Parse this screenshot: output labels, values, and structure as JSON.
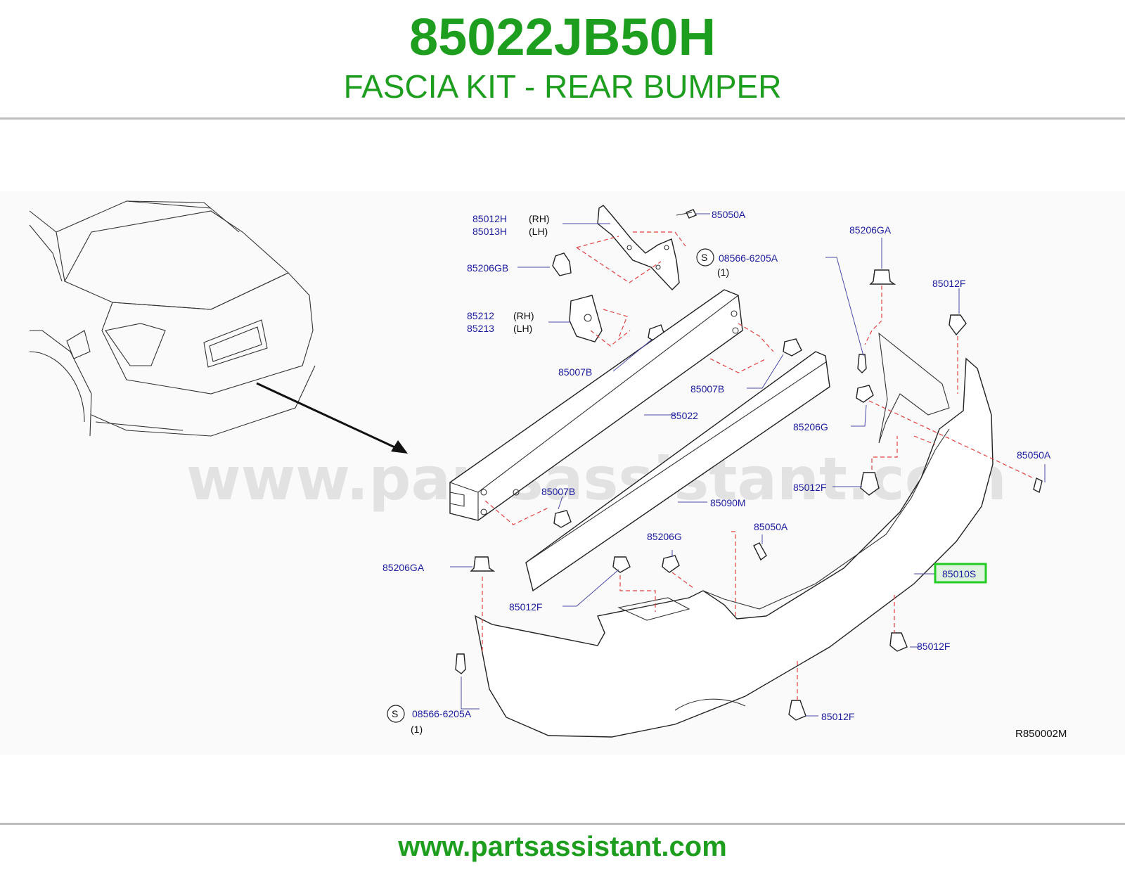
{
  "header": {
    "part_number": "85022JB50H",
    "title": "FASCIA KIT - REAR BUMPER"
  },
  "watermark": "www.partsassistant.com",
  "footer": {
    "url": "www.partsassistant.com"
  },
  "diagram_code": "R850002M",
  "highlighted_part": "85010S",
  "callouts": {
    "c1": "85012H",
    "c1s": "(RH)",
    "c2": "85013H",
    "c2s": "(LH)",
    "c3": "85050A",
    "c4": "85206GB",
    "c5": "08566-6205A",
    "c5q": "(1)",
    "c6": "85206GA",
    "c7": "85012F",
    "c8": "85212",
    "c8s": "(RH)",
    "c9": "85213",
    "c9s": "(LH)",
    "c10": "85007B",
    "c11": "85007B",
    "c12": "85022",
    "c13": "85206G",
    "c14": "85050A",
    "c15": "85012F",
    "c16": "85007B",
    "c17": "85090M",
    "c18": "85206G",
    "c19": "85050A",
    "c20": "85206GA",
    "c21": "85010S",
    "c22": "85012F",
    "c23": "85012F",
    "c24": "08566-6205A",
    "c24q": "(1)",
    "c25": "85012F"
  },
  "colors": {
    "accent": "#1e9e1e",
    "label": "#1c1c9e",
    "dash": "#e04040"
  }
}
